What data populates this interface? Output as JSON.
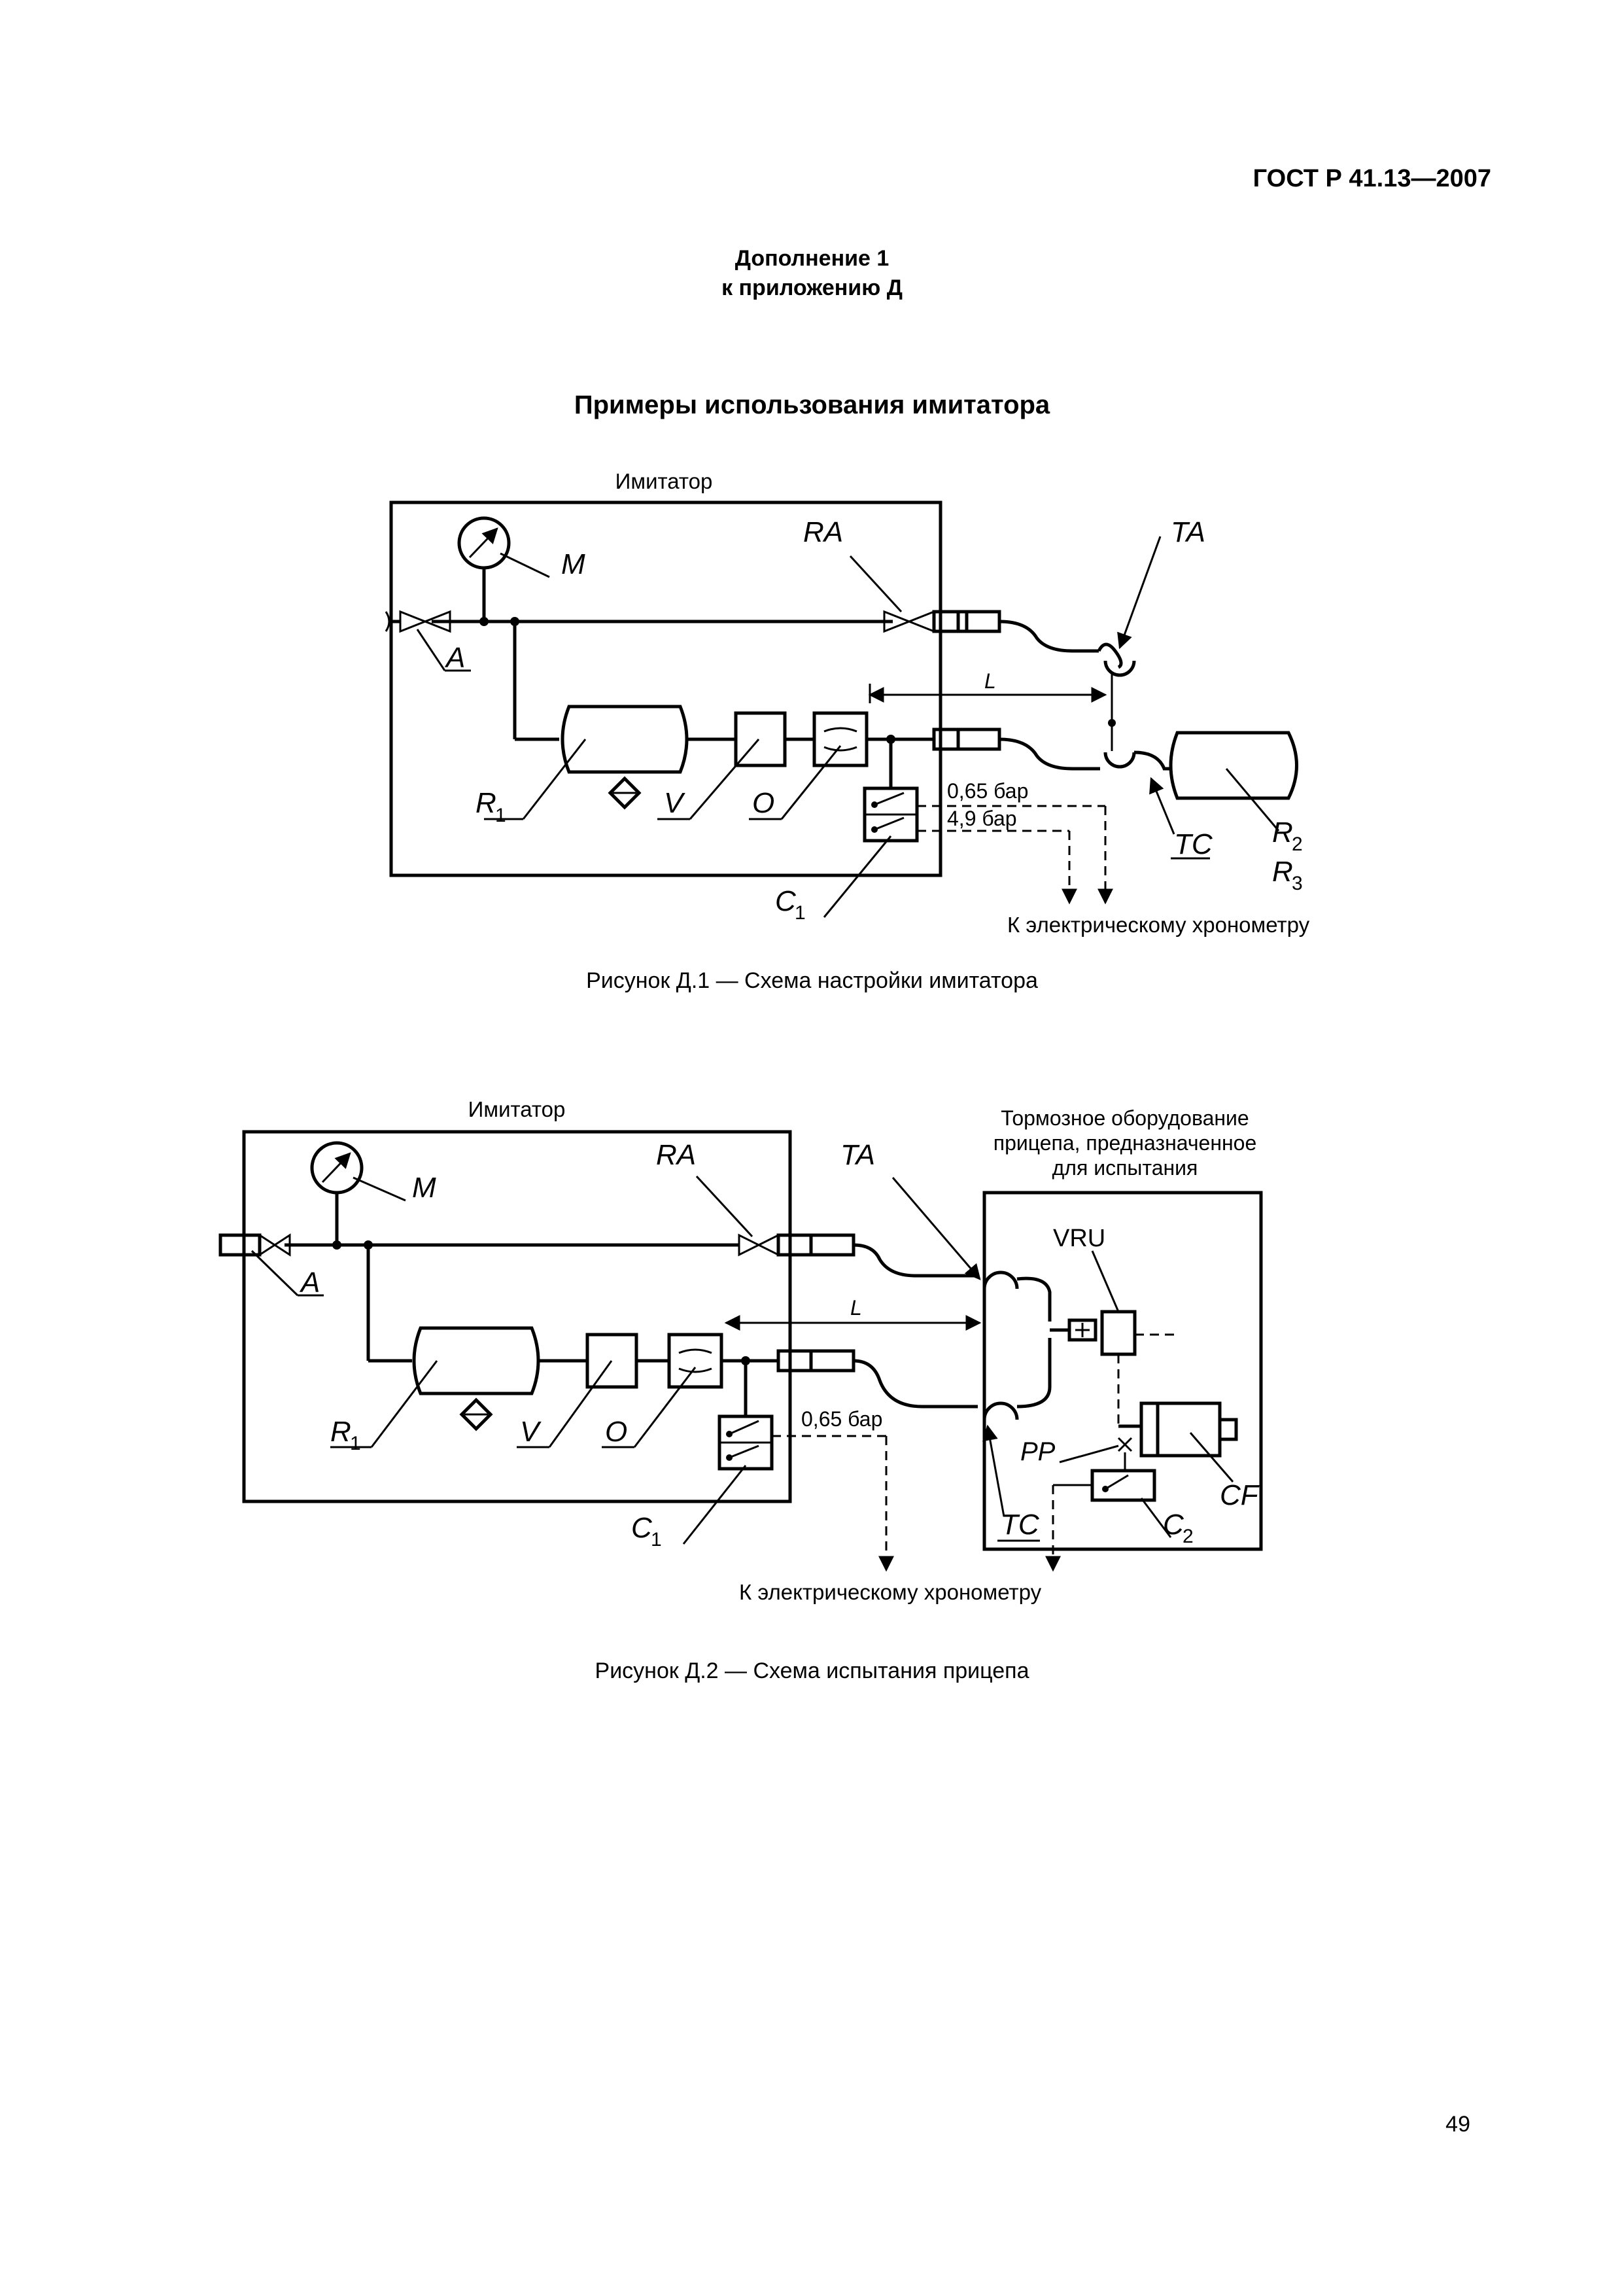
{
  "header": {
    "std_code": "ГОСТ Р 41.13—2007"
  },
  "supplement": {
    "line1": "Дополнение 1",
    "line2": "к приложению Д"
  },
  "section_title": "Примеры использования имитатора",
  "figure1": {
    "box_label": "Имитатор",
    "labels": {
      "M": "M",
      "RA": "RA",
      "TA": "TA",
      "A": "A",
      "L": "L",
      "R": "R",
      "sub1": "1",
      "V": "V",
      "O": "O",
      "C": "C",
      "TC": "TC",
      "R2": "R",
      "sub2": "2",
      "R3": "R",
      "sub3": "3"
    },
    "pressure_high": "0,65 бар",
    "pressure_low": "4,9 бар",
    "chronometer": "К электрическому хронометру",
    "caption": "Рисунок Д.1 — Схема настройки имитатора"
  },
  "figure2": {
    "box_label": "Имитатор",
    "trailer_label_1": "Тормозное оборудование",
    "trailer_label_2": "прицепа, предназначенное",
    "trailer_label_3": "для испытания",
    "labels": {
      "M": "M",
      "RA": "RA",
      "TA": "TA",
      "A": "A",
      "L": "L",
      "R": "R",
      "sub1": "1",
      "V": "V",
      "O": "O",
      "C": "C",
      "VRU": "VRU",
      "PP": "PP",
      "CF": "CF",
      "C2": "C",
      "sub2": "2",
      "TC": "TC"
    },
    "pressure": "0,65 бар",
    "chronometer": "К электрическому хронометру",
    "caption": "Рисунок Д.2 — Схема испытания прицепа"
  },
  "footer": {
    "page_number": "49"
  }
}
